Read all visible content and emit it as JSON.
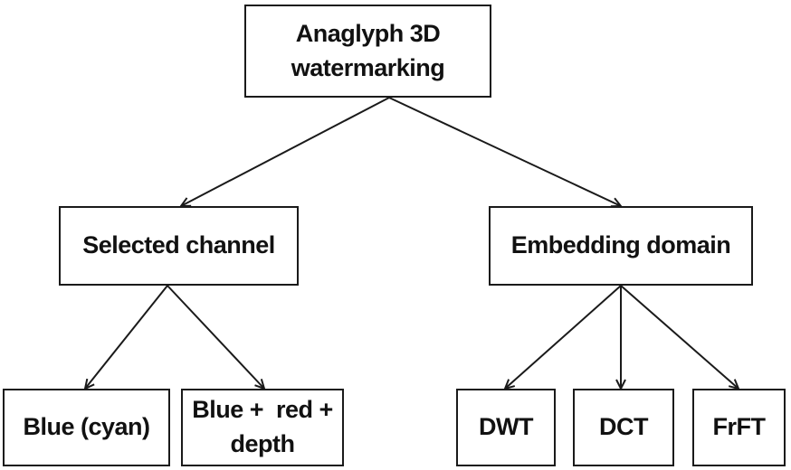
{
  "diagram": {
    "root": {
      "line1": "Anaglyph 3D",
      "line2": "watermarking"
    },
    "channel": {
      "label": "Selected channel"
    },
    "domain": {
      "label": "Embedding domain"
    },
    "blue_cyan": {
      "label": "Blue (cyan)"
    },
    "blue_red_depth": {
      "line1": "Blue +  red +",
      "line2": "depth"
    },
    "dwt": {
      "label": "DWT"
    },
    "dct": {
      "label": "DCT"
    },
    "frft": {
      "label": "FrFT"
    }
  },
  "colors": {
    "stroke": "#1a1a1a",
    "text": "#111111",
    "background": "#ffffff"
  }
}
